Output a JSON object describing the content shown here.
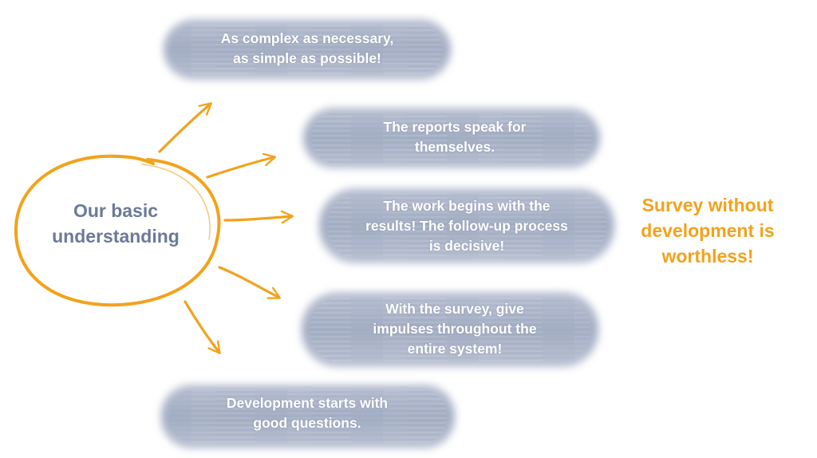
{
  "hub": {
    "line1": "Our basic",
    "line2": "understanding"
  },
  "statements": [
    {
      "line1": "As complex as necessary,",
      "line2": "as simple as possible!"
    },
    {
      "line1": "The reports speak for",
      "line2": "themselves."
    },
    {
      "line1": "The work begins with the",
      "line2": "results! The follow-up process",
      "line3": "is decisive!"
    },
    {
      "line1": "With the survey, give",
      "line2": "impulses throughout the",
      "line3": "entire system!"
    },
    {
      "line1": "Development starts with",
      "line2": "good questions."
    }
  ],
  "conclusion": {
    "line1": "Survey without",
    "line2": "development is",
    "line3": "worthless!"
  },
  "colors": {
    "hub_text": "#6b7a99",
    "accent_orange": "#f2a21c",
    "blob_fill": "#a9b3c8",
    "statement_text": "#ffffff"
  }
}
